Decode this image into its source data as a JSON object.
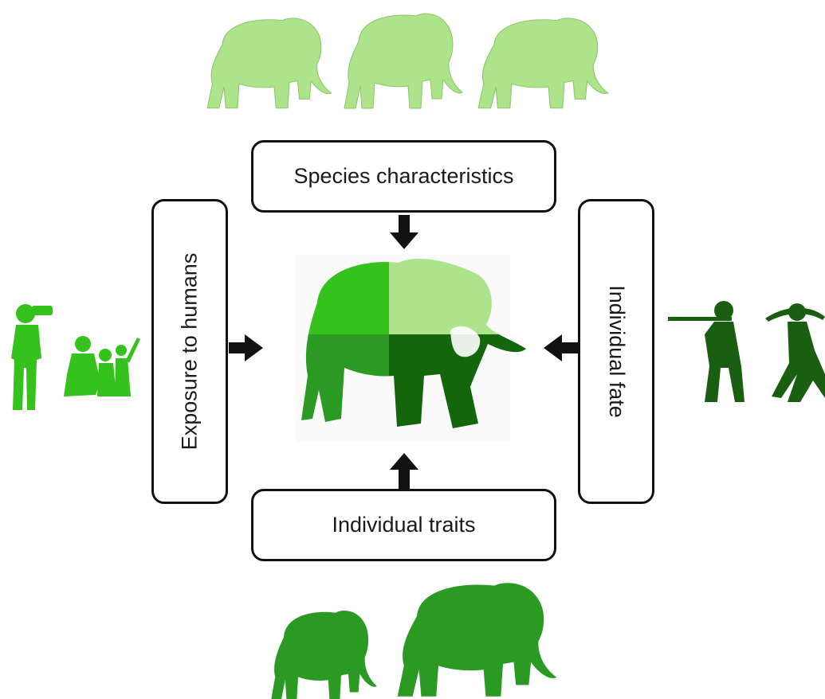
{
  "boxes": {
    "species_characteristics": "Species characteristics",
    "individual_traits": "Individual traits",
    "exposure_to_humans": "Exposure to humans",
    "individual_fate": "Individual fate"
  },
  "colors": {
    "light_green": "#ade38a",
    "bright_green": "#35c21d",
    "mid_green": "#2a9a22",
    "dark_green": "#1a5e12",
    "center_dark": "#14660d"
  },
  "icons": {
    "top": "elephant-herd-icon",
    "bottom": "elephant-family-icon",
    "left": "tourists-photographing-icon",
    "right": "hunters-icon",
    "center": "elephant-quadrant-icon"
  }
}
